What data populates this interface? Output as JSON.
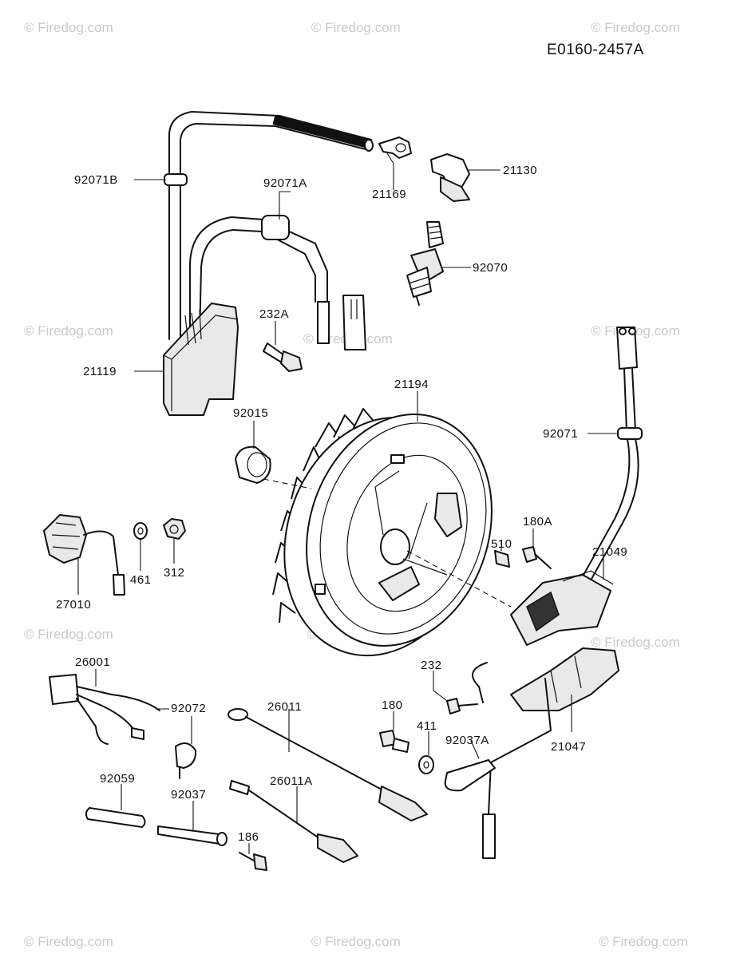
{
  "diagram": {
    "doc_id": "E0160-2457A",
    "watermark": "© Firedog.com",
    "part_numbers": {
      "p92071B": "92071B",
      "p92071A": "92071A",
      "p21169": "21169",
      "p21130": "21130",
      "p92070": "92070",
      "p232A": "232A",
      "p21119": "21119",
      "p21194": "21194",
      "p92015": "92015",
      "p92071": "92071",
      "p27010": "27010",
      "p461": "461",
      "p312": "312",
      "p510": "510",
      "p180A": "180A",
      "p21049": "21049",
      "p26001": "26001",
      "p92072": "92072",
      "p26011": "26011",
      "p232": "232",
      "p180": "180",
      "p411": "411",
      "p92037A": "92037A",
      "p21047": "21047",
      "p92059": "92059",
      "p92037": "92037",
      "p26011A": "26011A",
      "p186": "186"
    }
  }
}
